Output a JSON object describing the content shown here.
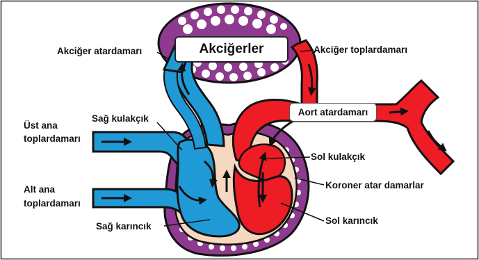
{
  "labels": {
    "lungs": "Akciğerler",
    "pulmonary_artery": "Akciğer atardamarı",
    "pulmonary_vein": "Akciğer toplardamarı",
    "aorta": "Aort atardamarı",
    "superior_vena_cava_line1": "Üst ana",
    "superior_vena_cava_line2": "toplardamarı",
    "right_atrium": "Sağ kulakçık",
    "left_atrium": "Sol kulakçık",
    "coronary_arteries": "Koroner atar damarlar",
    "inferior_vena_cava_line1": "Alt ana",
    "inferior_vena_cava_line2": "toplardamarı",
    "left_ventricle": "Sol karıncık",
    "right_ventricle": "Sağ karıncık"
  },
  "colors": {
    "deoxygenated_blood": "#1f9ad6",
    "oxygenated_blood": "#ee1c24",
    "heart_muscle": "#f6d7bf",
    "coronary_purple": "#8e3a8e",
    "outline": "#111111"
  }
}
